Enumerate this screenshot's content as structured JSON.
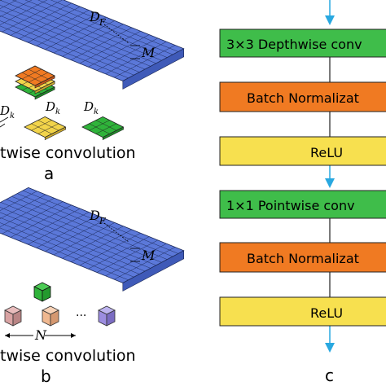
{
  "panel_a": {
    "dim_width": "D",
    "dim_width_sub": "F",
    "dim_depth": "M",
    "kernel_label_1": "D",
    "kernel_label_1_sub": "k",
    "kernel_label_2": "D",
    "kernel_label_2_sub": "k",
    "kernel_label_3": "D",
    "kernel_label_3_sub": "k",
    "caption": "twise convolution",
    "panel_letter": "a"
  },
  "panel_b": {
    "dim_width": "D",
    "dim_width_sub": "F",
    "dim_depth": "M",
    "count_label": "N",
    "ellipsis": "···",
    "caption": "twise convolution",
    "panel_letter": "b"
  },
  "panel_c": {
    "blocks": [
      {
        "label": "3×3 Depthwise conv",
        "kind": "conv"
      },
      {
        "label": "Batch Normalizat",
        "kind": "bn"
      },
      {
        "label": "ReLU",
        "kind": "relu"
      },
      {
        "label": "1×1 Pointwise conv",
        "kind": "conv"
      },
      {
        "label": "Batch Normalizat",
        "kind": "bn"
      },
      {
        "label": "ReLU",
        "kind": "relu"
      }
    ],
    "panel_letter": "c"
  },
  "colors": {
    "grid_blue": "#5b78d9",
    "grid_line": "#1d2b5c",
    "conv_green": "#3fbd4a",
    "bn_orange": "#f07a22",
    "relu_yellow": "#f7e04f",
    "arrow_blue": "#29a8e0",
    "kernel_orange": "#f07a22",
    "kernel_yellow": "#f2d44a",
    "kernel_green": "#2fb33a",
    "cube_pink": "#d9a3a3",
    "cube_peach": "#f0b890",
    "cube_purple": "#9c8de0"
  }
}
